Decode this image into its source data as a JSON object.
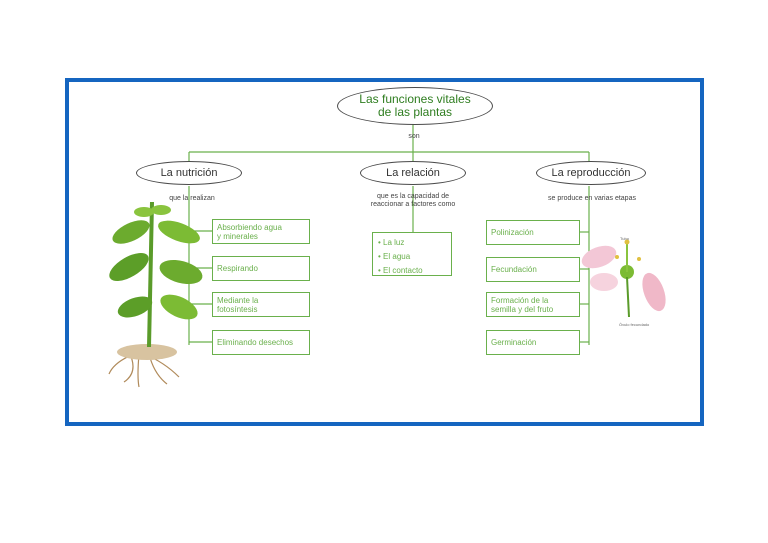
{
  "title": "Las funciones vitales\nde las plantas",
  "connector_son": "son",
  "categories": {
    "nutricion": {
      "label": "La nutrición",
      "connector": "que la realizan"
    },
    "relacion": {
      "label": "La relación",
      "connector": "que es la capacidad de\nreaccionar a factores como"
    },
    "reproduccion": {
      "label": "La reproducción",
      "connector": "se produce en varias etapas"
    }
  },
  "nutricion_items": [
    "Absorbiendo agua\ny minerales",
    "Respirando",
    "Mediante la\nfotosíntesis",
    "Eliminando desechos"
  ],
  "relacion_items": [
    "La luz",
    "El agua",
    "El contacto"
  ],
  "reproduccion_items": [
    "Polinización",
    "Fecundación",
    "Formación de la\nsemilla y del fruto",
    "Germinación"
  ],
  "flower_labels": {
    "top": "Tubo",
    "bottom": "Óvulo fecundado"
  },
  "colors": {
    "frame": "#1565c0",
    "green": "#6ab04c",
    "title_green": "#2e7d1f"
  }
}
